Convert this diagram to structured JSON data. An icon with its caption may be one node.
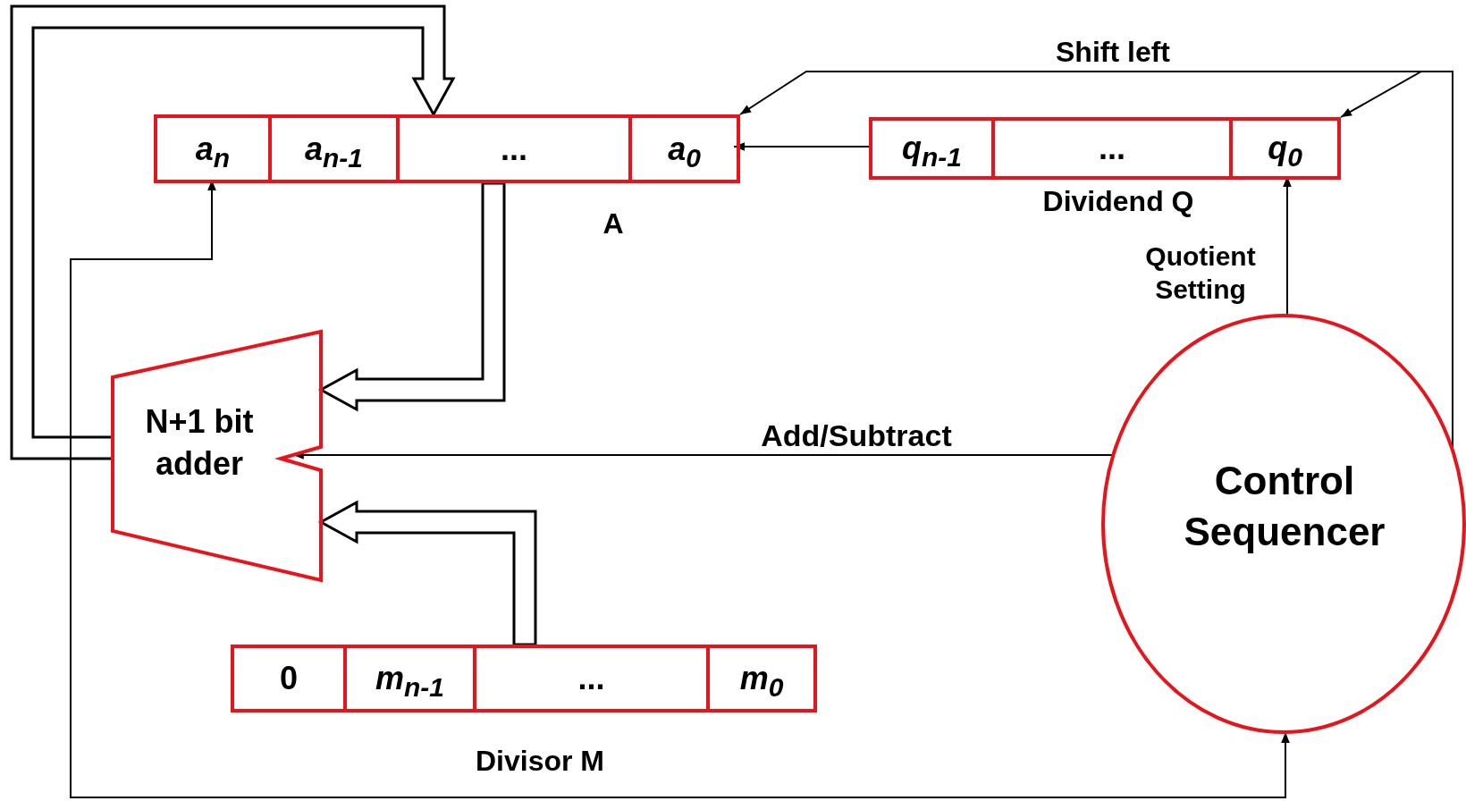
{
  "diagram": {
    "nodes": [
      {
        "text": [
          "A"
        ]
      },
      {
        "text": [
          "a$_{n}$"
        ],
        "in": 0
      },
      {
        "text": [
          "a$_{n-1}$"
        ],
        "in": 0
      },
      {
        "text": [
          "..."
        ],
        "in": 0
      },
      {
        "text": [
          "a$_{0}$"
        ],
        "in": 0
      },
      {
        "text": [
          "Dividend Q"
        ]
      },
      {
        "text": [
          "q$_{n-1}$"
        ],
        "in": 5
      },
      {
        "text": [
          "..."
        ],
        "in": 5
      },
      {
        "text": [
          "q$_{0}$"
        ],
        "in": 5
      },
      {
        "text": [
          "N+1 bit adder"
        ]
      },
      {
        "text": [
          "Divisor M"
        ]
      },
      {
        "text": [
          "0"
        ],
        "in": 10
      },
      {
        "text": [
          "m$_{n-1}$"
        ],
        "in": 10
      },
      {
        "text": [
          "..."
        ],
        "in": 10
      },
      {
        "text": [
          "m$_{0}$"
        ],
        "in": 10
      },
      {
        "text": [
          "Control Sequencer"
        ]
      }
    ],
    "edges": [
      {
        "from": 9,
        "to": 0,
        "arrow": "to",
        "style": "thick"
      },
      {
        "from": 0,
        "to": 9,
        "arrow": "to",
        "style": "thick"
      },
      {
        "from": 10,
        "to": 9,
        "arrow": "to",
        "style": "thick"
      },
      {
        "from": 6,
        "to": 4,
        "arrow": "to"
      },
      {
        "from": 15,
        "to": 0,
        "arrow": "to",
        "label": "Shift left"
      },
      {
        "from": 15,
        "to": 5,
        "arrow": "to"
      },
      {
        "from": 15,
        "to": 8,
        "arrow": "to",
        "label": "Quotient Setting"
      },
      {
        "from": 15,
        "to": 9,
        "arrow": "to",
        "label": "Add/Subtract"
      },
      {
        "from": 1,
        "to": 15,
        "arrow": "both"
      }
    ]
  }
}
